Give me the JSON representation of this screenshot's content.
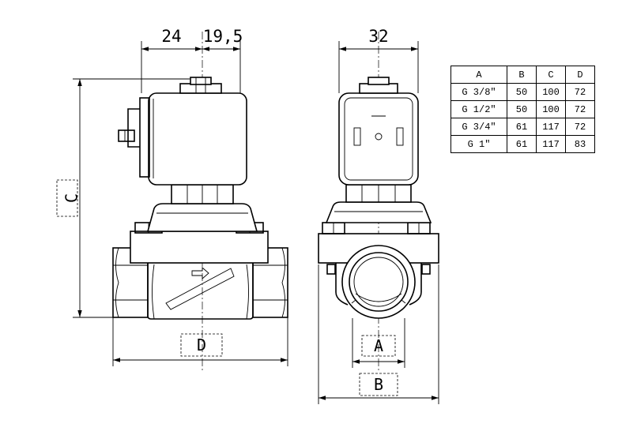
{
  "dimensions": {
    "left_offset": "24",
    "right_offset": "19,5",
    "body_width": "32",
    "label_c": "C",
    "label_d": "D",
    "label_a": "A",
    "label_b": "B"
  },
  "table": {
    "headers": [
      "A",
      "B",
      "C",
      "D"
    ],
    "rows": [
      [
        "G 3/8\"",
        "50",
        "100",
        "72"
      ],
      [
        "G 1/2\"",
        "50",
        "100",
        "72"
      ],
      [
        "G 3/4\"",
        "61",
        "117",
        "72"
      ],
      [
        "G 1\"",
        "61",
        "117",
        "83"
      ]
    ]
  }
}
